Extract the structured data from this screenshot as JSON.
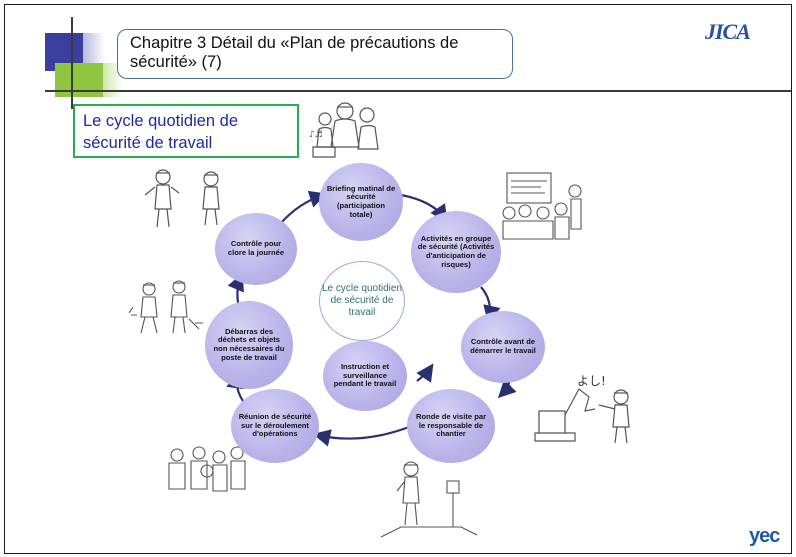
{
  "header": {
    "title": "Chapitre 3 Détail du «Plan de précautions de sécurité» (7)",
    "logo_top": "JICA",
    "logo_bottom": "yec"
  },
  "subtitle": "Le cycle quotidien de sécurité de travail",
  "diagram": {
    "center_label": "Le cycle quotidien de sécurité de travail",
    "steps": [
      "Briefing matinal de sécurité (participation totale)",
      "Activités en groupe de sécurité (Activités d'anticipation de risques)",
      "Contrôle avant de démarrer le travail",
      "Ronde de visite par le responsable de chantier",
      "Instruction et surveillance pendant le travail",
      "Réunion de sécurité sur le déroulement d'opérations",
      "Débarras des déchets et objets non nécessaires du poste de travail",
      "Contrôle pour clore la journée"
    ],
    "speech_bubble": "よし!",
    "colors": {
      "circle_fill": "#b9b5ea",
      "arrow": "#2b2f6e",
      "subtitle_border": "#22b14c",
      "title_border": "#4a6fa5"
    }
  }
}
